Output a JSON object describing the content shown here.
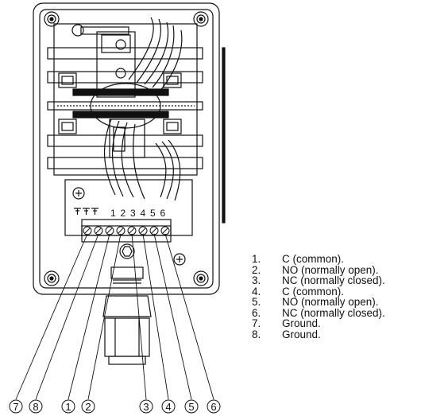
{
  "terminal_labels": [
    "1",
    "2",
    "3",
    "4",
    "5",
    "6"
  ],
  "callouts": [
    "7",
    "8",
    "1",
    "2",
    "3",
    "4",
    "5",
    "6"
  ],
  "legend": [
    {
      "num": "1.",
      "text": "C (common)."
    },
    {
      "num": "2.",
      "text": "NO (normally open)."
    },
    {
      "num": "3.",
      "text": "NC (normally closed)."
    },
    {
      "num": "4.",
      "text": "C (common)."
    },
    {
      "num": "5.",
      "text": "NO (normally open)."
    },
    {
      "num": "6.",
      "text": "NC (normally closed)."
    },
    {
      "num": "7.",
      "text": "Ground."
    },
    {
      "num": "8.",
      "text": "Ground."
    }
  ]
}
